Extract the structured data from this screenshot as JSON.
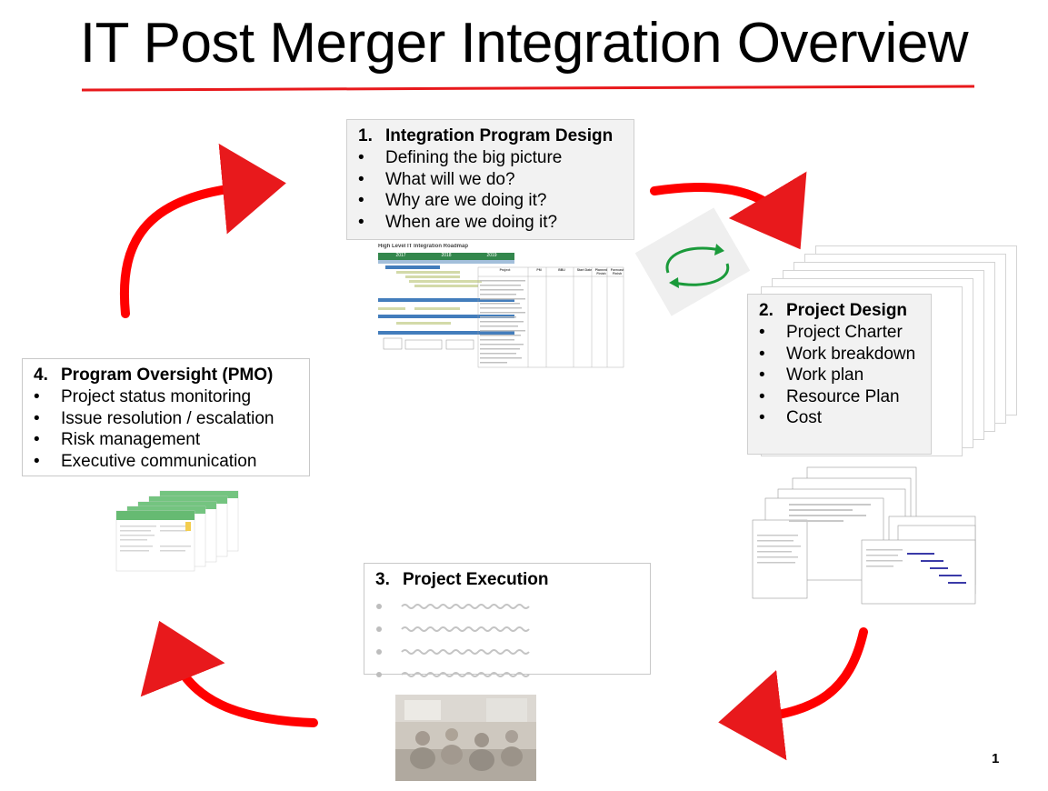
{
  "title": "IT Post Merger Integration Overview",
  "page_number": "1",
  "colors": {
    "accent_red": "#e8191c",
    "cycle_green": "#1a9a3a",
    "grey_box": "#f2f2f2"
  },
  "steps": [
    {
      "number": "1.",
      "heading": "Integration Program Design",
      "bullet": "•",
      "items": [
        "Defining the big picture",
        "What will we do?",
        "Why are we doing it?",
        "When are we doing it?"
      ]
    },
    {
      "number": "2.",
      "heading": "Project Design",
      "bullet": "•",
      "items": [
        "Project Charter",
        "Work breakdown",
        "Work plan",
        "Resource Plan",
        "Cost"
      ]
    },
    {
      "number": "3.",
      "heading": "Project Execution",
      "items": []
    },
    {
      "number": "4.",
      "heading": "Program Oversight (PMO)",
      "bullet": "•",
      "items": [
        "Project status monitoring",
        "Issue resolution / escalation",
        "Risk management",
        "Executive communication"
      ]
    }
  ],
  "roadmap_thumbnail": {
    "title": "High Level IT Integration Roadmap",
    "years": [
      "2017",
      "2018",
      "2019"
    ],
    "table_headers": [
      "Project",
      "PM",
      "BBU",
      "Start Date",
      "Planned Finish",
      "Forecast Finish"
    ]
  },
  "icons": [
    "cycle-arrows-icon",
    "curved-arrow-icon",
    "photo-thumbnail"
  ]
}
